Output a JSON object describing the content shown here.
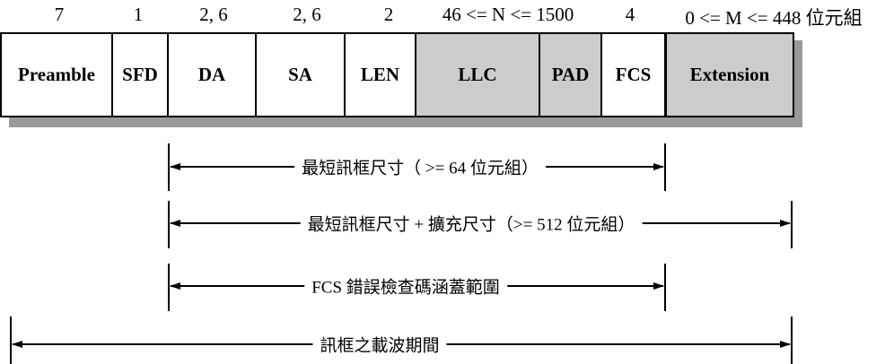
{
  "frame": {
    "fields": [
      {
        "name": "Preamble",
        "size": "7",
        "shaded": false
      },
      {
        "name": "SFD",
        "size": "1",
        "shaded": false
      },
      {
        "name": "DA",
        "size": "2, 6",
        "shaded": false
      },
      {
        "name": "SA",
        "size": "2, 6",
        "shaded": false
      },
      {
        "name": "LEN",
        "size": "2",
        "shaded": false
      },
      {
        "name": "LLC",
        "size": "46 <= N <= 1500",
        "shaded": true
      },
      {
        "name": "PAD",
        "size": "",
        "shaded": true
      },
      {
        "name": "FCS",
        "size": "4",
        "shaded": false
      },
      {
        "name": "Extension",
        "size": "0 <= M <= 448 位元組",
        "shaded": true
      }
    ]
  },
  "spans": [
    {
      "label": "最短訊框尺寸（ >= 64 位元組）"
    },
    {
      "label": "最短訊框尺寸 + 擴充尺寸（>= 512 位元組）"
    },
    {
      "label": "FCS 錯誤檢查碼涵蓋範圍"
    },
    {
      "label": "訊框之載波期間"
    }
  ],
  "colors": {
    "shaded": "#cccccc",
    "shadow": "#999999",
    "line": "#000000"
  }
}
